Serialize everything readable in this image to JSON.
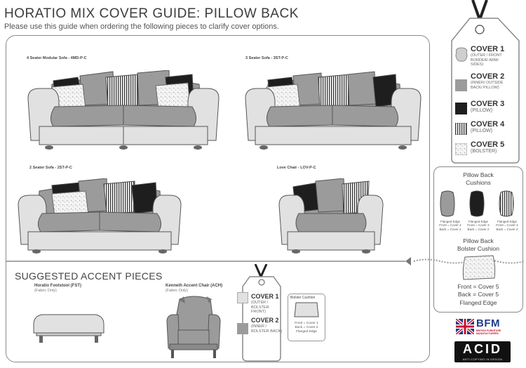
{
  "header": {
    "title": "HORATIO MIX COVER GUIDE: PILLOW BACK",
    "subtitle": "Please use this guide when ordering the following pieces to clarify cover options."
  },
  "sofas": [
    {
      "label": "4 Seater Modular Sofa - 4MD-P-C"
    },
    {
      "label": "3 Seater Sofa - 3ST-P-C"
    },
    {
      "label": "2 Seater Sofa - 2ST-P-C"
    },
    {
      "label": "Love Chair - LOV-P-C"
    }
  ],
  "accent": {
    "title": "SUGGESTED ACCENT PIECES",
    "footstool": {
      "name": "Horatio Footstool (FST)",
      "note": "(Fabric Only)"
    },
    "chair": {
      "name": "Kenneth Accent Chair (ACH)",
      "note": "(Fabric Only)"
    },
    "tag": {
      "cover1": {
        "title": "COVER 1",
        "sub": "(OUTER / BOLSTER FRONT)"
      },
      "cover2": {
        "title": "COVER 2",
        "sub": "(INNER / BOLSTER BACK)"
      }
    },
    "bolster": {
      "title": "Bolster Cushion",
      "lines": [
        "Front = Cover 1",
        "Back = Cover 2",
        "Flanged Edge"
      ]
    }
  },
  "cover_tag": {
    "items": [
      {
        "title": "COVER 1",
        "sub": "(OUTER / FRONT BORDER/ ARM/ SIDES)"
      },
      {
        "title": "COVER 2",
        "sub": "(INNER/ OUTSIDE BACK/ PILLOW)"
      },
      {
        "title": "COVER 3",
        "sub": "(PILLOW)"
      },
      {
        "title": "COVER 4",
        "sub": "(PILLOW)"
      },
      {
        "title": "COVER 5",
        "sub": "(BOLSTER)"
      }
    ]
  },
  "cushions": {
    "title_lines": [
      "Pillow Back",
      "Cushions"
    ],
    "captions": [
      [
        "Flanged Edge",
        "Front = Cover 2",
        "Back = Cover 2"
      ],
      [
        "Flanged Edge",
        "Front = Cover 3",
        "Back = Cover 2"
      ],
      [
        "Flanged Edge",
        "Front = Cover 4",
        "Back = Cover 2"
      ]
    ],
    "bolster_title_lines": [
      "Pillow Back",
      "Bolster Cushion"
    ],
    "bolster_lines": [
      "Front = Cover 5",
      "Back = Cover 5",
      "Flanged Edge"
    ]
  },
  "logos": {
    "bfm": "BFM",
    "bfm_sub": "BRITISH FURNITURE MANUFACTURERS",
    "acid": "ACID",
    "acid_sub": "ANTI COPYING IN DESIGN"
  },
  "colors": {
    "cover1": "#e1e1e1",
    "cover2": "#9b9b9b",
    "cover3": "#1e1e1e",
    "outline": "#555555"
  }
}
